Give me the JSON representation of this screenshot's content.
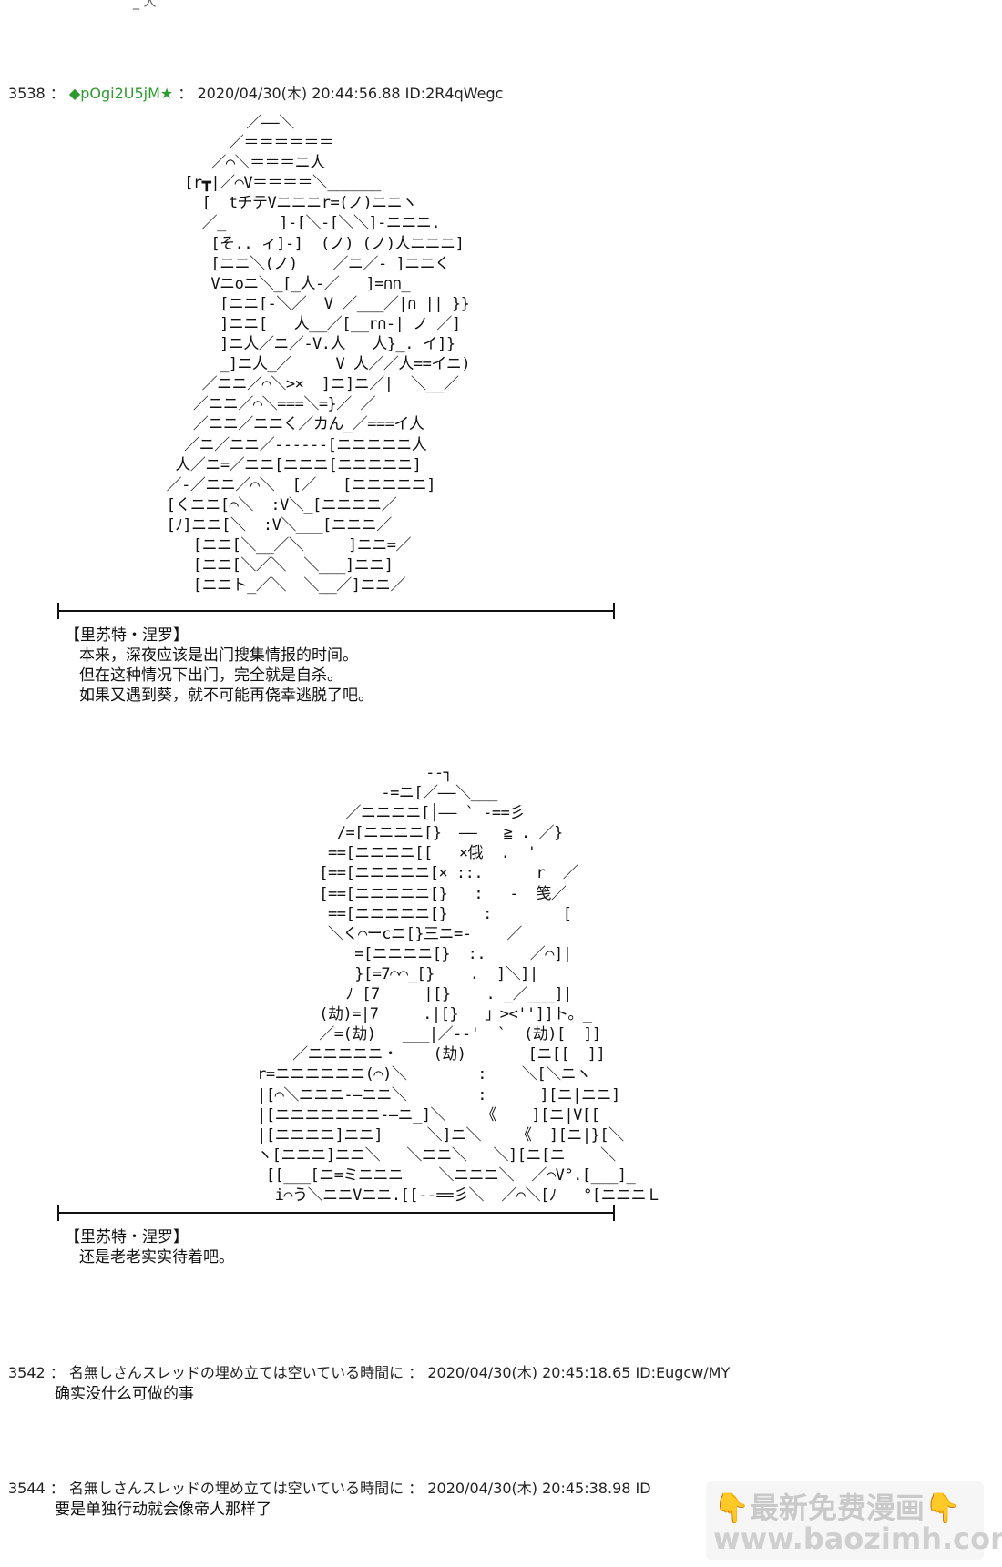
{
  "top_fragment": "_ 人",
  "posts": [
    {
      "number": "3538",
      "sep1": "：",
      "trip_mark": "◆",
      "trip_code": "pOgi2U5jM",
      "star": "★",
      "sep2": "：",
      "datetime": "2020/04/30(木) 20:44:56.88",
      "id": "ID:2R4qWegc"
    },
    {
      "number": "3542",
      "sep1": "：",
      "name": "名無しさんスレッドの埋め立ては空いている時間に",
      "sep2": "：",
      "datetime": "2020/04/30(木) 20:45:18.65",
      "id": "ID:Eugcw/MY",
      "text": "确实没什么可做的事"
    },
    {
      "number": "3544",
      "sep1": "：",
      "name": "名無しさんスレッドの埋め立ては空いている時間に",
      "sep2": "：",
      "datetime": "2020/04/30(木) 20:45:38.98",
      "id": "ID",
      "text": "要是单独行动就会像帝人那样了"
    }
  ],
  "scene1": {
    "ascii_art": "              ／——＼\n            ／＝＝＝＝＝＝\n          ／⌒＼＝＝＝ニ人\n       [r┳|／⌒V＝＝＝＝＼______\n         [  tチテVニニニr=(ノ)ニニヽ\n         ／_      ]-[＼-[＼＼]-ニニニ.\n          [そ.. ィ]-]  (ノ) (ノ)人ニニニ]\n          [ニニ＼(ノ)    ／ニ／- ]ニニく\n          Vニoニ＼_[_人-／   ]=∩∩_\n           [ニニ[-＼／  V ／___／|∩ || }}\n           ]ニニ[   人__／[__r∩-| ノ ／]\n           ]ニ人／ニ／-V.人   人}_. イ]}\n           _]ニ人_／     V 人／／人==イニ)\n         ／ニニ／⌒＼>×  ]ニ]ニ／|  ＼__／\n        ／ニニ／⌒＼===＼=}／ ／\n        ／ニニ／ニニく／カん_／===イ人\n       ／ニ／ニニ／------[ニニニニニ人\n      人／ニ=／ニニ[ニニニ[ニニニニニ]\n     ／-／ニニ／⌒＼  [／   [ニニニニニ]\n     [くニニ[⌒＼  :V＼_[ニニニニ／\n     [ﾉ]ニニ[＼  :V＼___[ニニニ／\n        [ニニ[＼__／＼     ]ニニ=／\n        [ニニ[＼／＼  ＼___]ニニ]\n        [ニニト_／＼  ＼__／]ニニ／",
    "speaker": "【里苏特・涅罗】",
    "lines": [
      "本来，深夜应该是出门搜集情报的时间。",
      "但在这种情况下出门，完全就是自杀。",
      "如果又遇到葵，就不可能再侥幸逃脱了吧。"
    ]
  },
  "scene2": {
    "ascii_art": "                          --┐\n                     -=ニ[／——＼___\n                 ／ニニニニ[│—— ` -==彡\n                /=[ニニニニ[}  ——   ≧ . ／}\n               ==[ニニニニ[[   ×俄  .  '\n              [==[ニニニニニ[× ::.      r  ／\n              [==[ニニニニニ[}   :   -  笺／\n               ==[ニニニニニ[}    :        [\n               ＼く⌒ーcニ[}三ニ=-    ／\n                  =[ニニニニ[}  :.     ／⌒]|\n                  }[=7⌒⌒_[}    .  ]＼]|\n                 ﾉ [7     |[}    . _／___]|\n              (劫)=|7     .|[}   」><'']]ト。_\n              ／=(劫)   ___|／--'  `  (劫)[  ]]\n           ／ニニニニニ・    (劫)       [ニ[[  ]]\n       r=ニニニニニニ(⌒)＼        :    ＼[＼ニヽ\n       |[⌒＼ニニニ-—ニニ＼        :      ][ニ|ニニ]\n       |[ニニニニニニニ-—ニ_]＼    《    ][ニ|V[[\n       |[ニニニニ]ニニ]     ＼]ニ＼    《  ][ニ|}[＼\n       ヽ[ニニニ]ニニ＼   ＼ニニ＼   ＼][ニ[ニ    ＼\n        [[___[ニ=ミニニニ    ＼ニニニ＼  ／⌒V°.[___]_\n         i⌒う＼ニニVニニ.[[--==彡＼  ／⌒＼[ﾉ   °[ニニニＬ",
    "speaker": "【里苏特・涅罗】",
    "lines": [
      "还是老老实实待着吧。"
    ]
  },
  "watermark": {
    "line1": "最新免费漫画",
    "line2": "www.baozimh.com",
    "icon_left": "👇",
    "icon_right": "👇"
  }
}
